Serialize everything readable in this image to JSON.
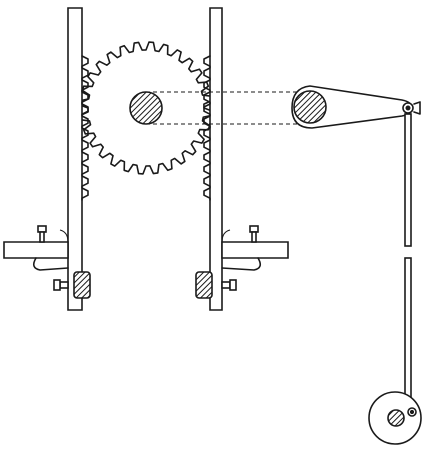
{
  "figure": {
    "parts": [
      "left-rack-bracket",
      "right-rack-bracket",
      "spur-gear",
      "lever-arm",
      "connecting-rod",
      "eccentric-disc"
    ],
    "colors": {
      "ink": "#1a1a1a",
      "paper": "#ffffff"
    }
  }
}
